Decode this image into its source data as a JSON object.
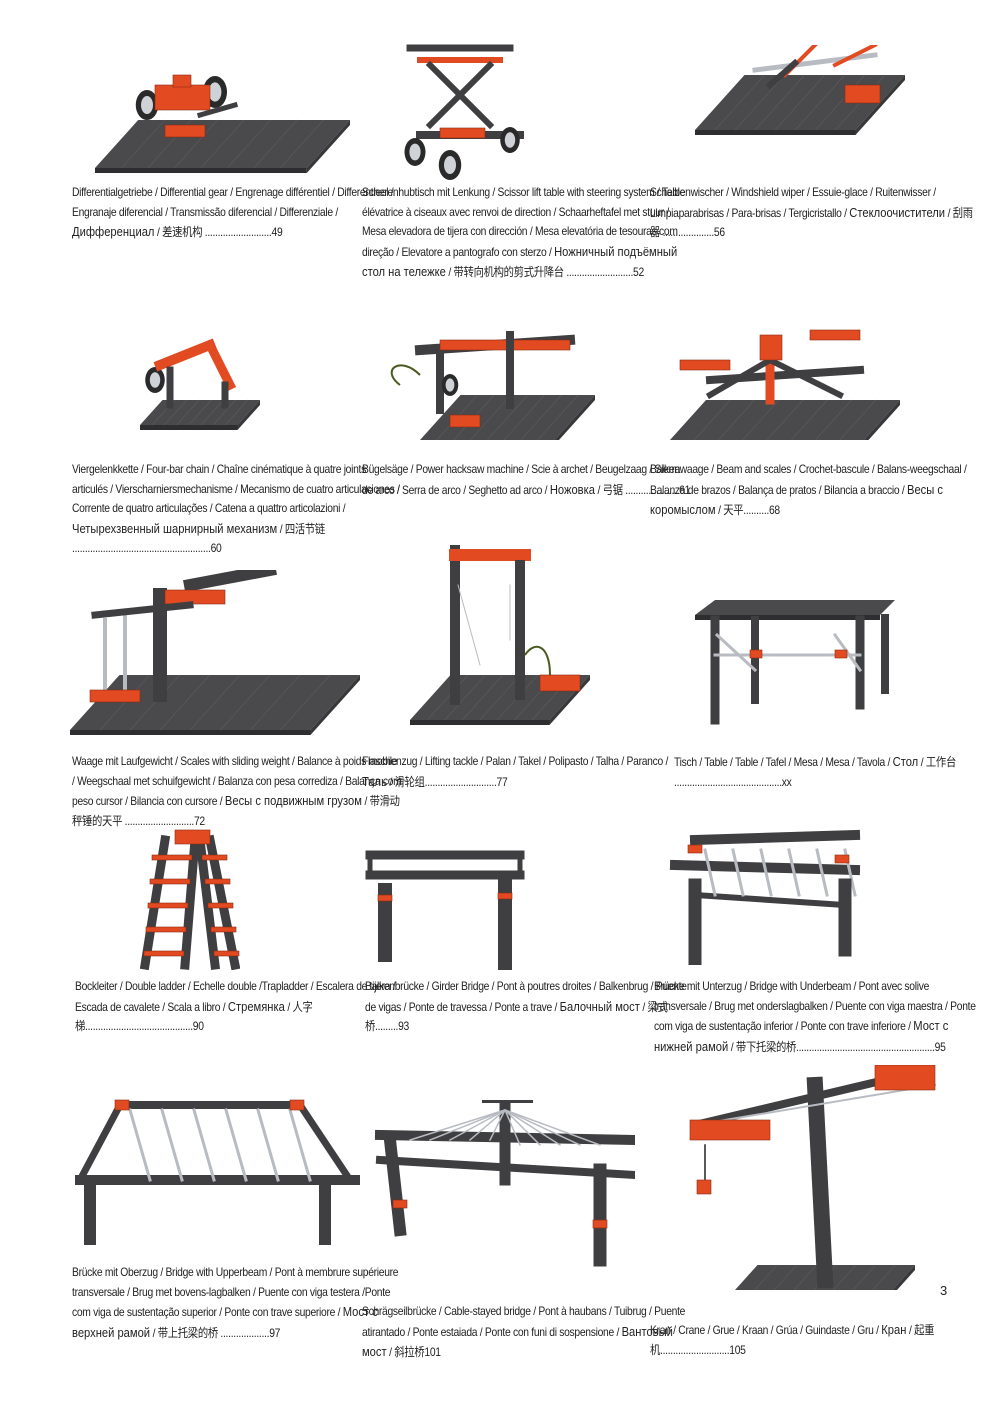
{
  "page_number": "3",
  "colors": {
    "base_plate": "#4a4a4c",
    "frame_dark": "#3f3f42",
    "accent": "#e24a22",
    "metal": "#b8bcc2"
  },
  "models": [
    {
      "id": "differential",
      "icon": "differential-gear-model",
      "text_latin": "Differentialgetriebe / Differential gear / Engrenage différentiel / Differentieel / Engranaje diferencial / Transmissão diferencial / Differenziale /",
      "text_ru": "Дифференциал",
      "text_rest": " / 差速机构 ..........................",
      "page": "49"
    },
    {
      "id": "scissor-lift",
      "icon": "scissor-lift-model",
      "text_latin": "Scherenhubtisch mit Lenkung / Scissor lift table with steering system / Table élévatrice à ciseaux avec renvoi de direction / Schaarheftafel met stuur / Mesa elevadora de tijera con dirección / Mesa elevatória de tesouras com direção / Elevatore a pantografo con sterzo /",
      "text_ru": "Ножничный подъёмный стол на тележке",
      "text_rest": " / 带转向机构的剪式升降台 ..........................",
      "page": "52"
    },
    {
      "id": "wiper",
      "icon": "windshield-wiper-model",
      "text_latin": "Scheibenwischer / Windshield wiper / Essuie-glace / Ruitenwisser / Limpiaparabrisas / Para-brisas / Tergicristallo /",
      "text_ru": "Стеклоочистители",
      "text_rest": " / 刮雨器 ....................",
      "page": "56"
    },
    {
      "id": "four-bar",
      "icon": "four-bar-chain-model",
      "text_latin": "Viergelenkkette / Four-bar chain / Chaîne cinématique à quatre joints articulés / Vierscharniersmechanisme / Mecanismo de cuatro articulaciones / Corrente de quatro articulações / Catena a quattro articolazioni /",
      "text_ru": "Четырехзвенный шарнирный механизм",
      "text_rest": " / 四活节链 ......................................................",
      "page": "60"
    },
    {
      "id": "hacksaw",
      "icon": "power-hacksaw-model",
      "text_latin": "Bügelsäge / Power hacksaw machine / Scie à archet / Beugelzaag / Sierra de arco / Serra de arco / Seghetto ad arco /",
      "text_ru": "Ножовка",
      "text_rest": " / 弓锯 .....................",
      "page": "61"
    },
    {
      "id": "beam-scales",
      "icon": "beam-scales-model",
      "text_latin": "Balkenwaage / Beam and scales / Crochet-bascule / Balans-weegschaal / Balanza de brazos / Balança de pratos / Bilancia a braccio /",
      "text_ru": "Весы с коромыслом",
      "text_rest": " / 天平..........",
      "page": "68"
    },
    {
      "id": "sliding-weight",
      "icon": "sliding-weight-scales-model",
      "text_latin": "Waage mit Laufgewicht / Scales with sliding weight / Balance à poids mobile / Weegschaal met schuifgewicht / Balanza con pesa corrediza / Balança com peso cursor / Bilancia con cursore /",
      "text_ru": "Весы с подвижным грузом",
      "text_rest": " / 带滑动秤锤的天平 ...........................",
      "page": "72"
    },
    {
      "id": "lifting-tackle",
      "icon": "lifting-tackle-model",
      "text_latin": "Flaschenzug / Lifting tackle / Palan / Takel / Polipasto / Talha / Paranco /",
      "text_ru": "Таль",
      "text_rest": " / 滑轮组............................",
      "page": "77"
    },
    {
      "id": "table",
      "icon": "table-model",
      "text_latin": "Tisch / Table / Table / Tafel / Mesa / Mesa / Tavola /",
      "text_ru": "Стол",
      "text_rest": " / 工作台 ..........................................",
      "page": "xx"
    },
    {
      "id": "double-ladder",
      "icon": "double-ladder-model",
      "text_latin": "Bockleiter / Double ladder / Echelle double /Trapladder / Escalera de tijera / Escada de cavalete / Scala a libro /",
      "text_ru": "Стремянка",
      "text_rest": " / 人字梯..........................................",
      "page": "90"
    },
    {
      "id": "girder-bridge",
      "icon": "girder-bridge-model",
      "text_latin": "Balkenbrücke / Girder Bridge / Pont à poutres droites / Balkenbrug / Puente de vigas / Ponte de travessa / Ponte a trave /",
      "text_ru": "Балочный мост",
      "text_rest": " / 梁式桥.........",
      "page": "93"
    },
    {
      "id": "underbeam-bridge",
      "icon": "underbeam-bridge-model",
      "text_latin": "Brücke mit Unterzug / Bridge with Underbeam / Pont avec solive transversale / Brug met onderslagbalken / Puente con viga maestra / Ponte com viga de sustentação inferior / Ponte con trave inferiore /",
      "text_ru": "Мост с нижней рамой",
      "text_rest": " / 带下托梁的桥......................................................",
      "page": "95"
    },
    {
      "id": "upperbeam-bridge",
      "icon": "upperbeam-bridge-model",
      "text_latin": "Brücke mit Oberzug / Bridge with Upperbeam / Pont à membrure supérieure transversale / Brug met bovens-lagbalken / Puente con viga testera /Ponte com viga de sustentação superior / Ponte con trave superiore /",
      "text_ru": "Мост с верхней рамой",
      "text_rest": " / 带上托梁的桥 ...................",
      "page": "97"
    },
    {
      "id": "cable-stayed",
      "icon": "cable-stayed-bridge-model",
      "text_latin": "Schrägseilbrücke / Cable-stayed bridge / Pont à haubans / Tuibrug / Puente atirantado / Ponte estaiada / Ponte con funi di sospensione /",
      "text_ru": "Вантовый мост",
      "text_rest": " / 斜拉桥",
      "page": "101"
    },
    {
      "id": "crane",
      "icon": "crane-model",
      "text_latin": "Kran / Crane / Grue / Kraan / Grúa / Guindaste / Gru /",
      "text_ru": "Кран",
      "text_rest": " / 起重机...........................",
      "page": "105"
    }
  ]
}
